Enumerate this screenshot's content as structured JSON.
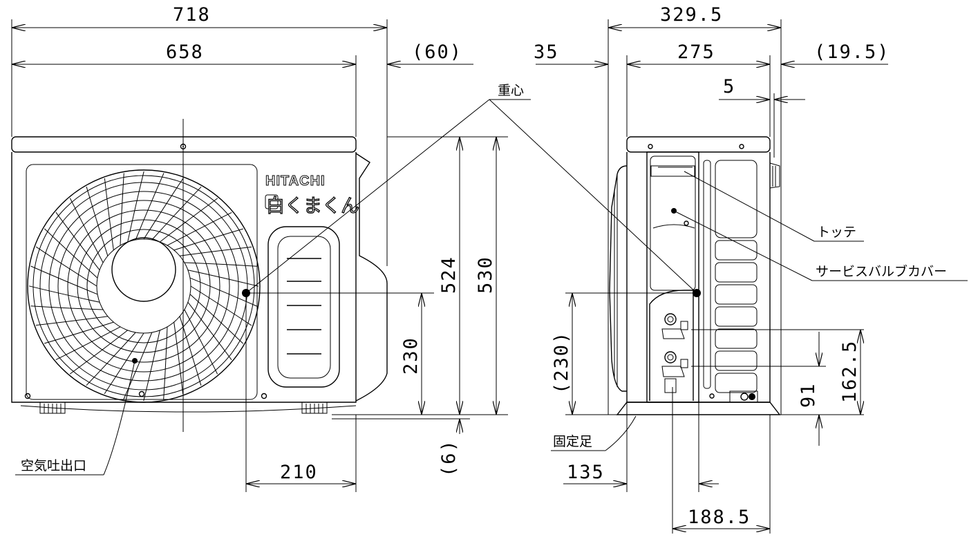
{
  "brand": {
    "logo": "HITACHI",
    "series": "白くまくん"
  },
  "dimensions": {
    "width_total": "718",
    "width_body": "658",
    "offset_right": "(60)",
    "depth_total": "329.5",
    "depth_left": "35",
    "depth_body": "275",
    "depth_right": "(19.5)",
    "depth_small": "5",
    "height_body": "524",
    "height_total": "530",
    "cog_height_front": "230",
    "cog_height_side": "(230)",
    "foot_gap": "(6)",
    "cog_offset": "210",
    "foot_depth": "135",
    "valve_depth": "188.5",
    "valve_low": "91",
    "valve_high": "162.5"
  },
  "labels": {
    "center_of_gravity": "重心",
    "handle": "トッテ",
    "service_valve_cover": "サービスバルブカバー",
    "air_outlet": "空気吐出口",
    "fixed_foot": "固定足"
  }
}
